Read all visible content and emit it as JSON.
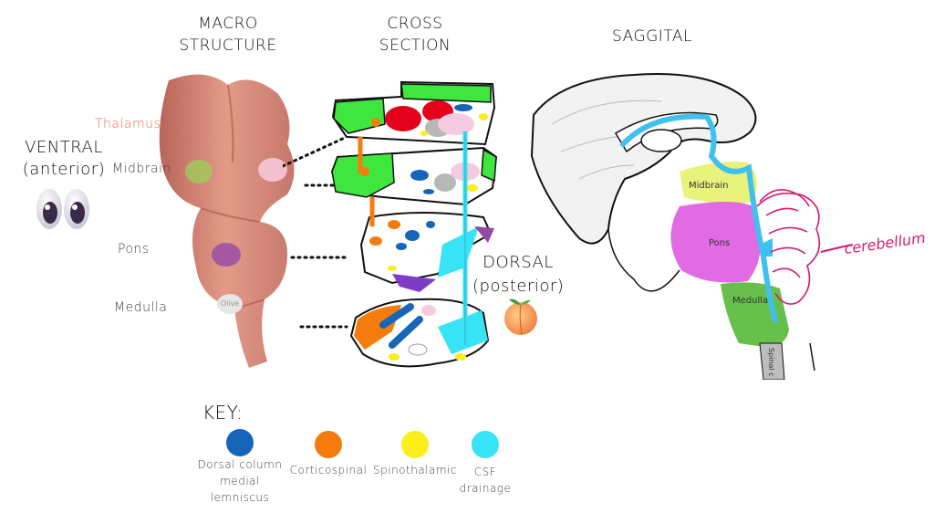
{
  "headings": {
    "macro": "MACRO\nSTRUCTURE",
    "cross": "CROSS\nSECTION",
    "saggital": "SAGGITAL"
  },
  "orientation": {
    "ventral": "VENTRAL\n(anterior)",
    "ventral_icon": "eyes-icon",
    "dorsal": "DORSAL\n(posterior)",
    "dorsal_icon": "peach-icon"
  },
  "macro_labels": {
    "thalamus": "Thalamus",
    "midbrain": "Midbrain",
    "pons": "Pons",
    "medulla": "Medulla",
    "olive": "Olive"
  },
  "saggital_labels": {
    "midbrain": "Midbrain",
    "pons": "Pons",
    "medulla": "Medulla",
    "spinal": "Spinal c",
    "cerebellum": "cerebellum"
  },
  "key": {
    "title": "KEY:",
    "items": [
      {
        "label": "Dorsal column\nmedial\nlemniscus",
        "color": "#1565b8"
      },
      {
        "label": "Corticospinal",
        "color": "#f57c0c"
      },
      {
        "label": "Spinothalamic",
        "color": "#fbee1b"
      },
      {
        "label": "CSF\ndrainage",
        "color": "#38e3f5"
      }
    ]
  },
  "colors": {
    "thalamus_label": "#e8734d",
    "green": "#3ee63e",
    "yellow_midbrain": "#e9f27a",
    "pons_magenta": "#e26be4",
    "medulla_green": "#67c04b",
    "cerebellum_pink": "#d81b6f",
    "csf_blue": "#3fc0ef"
  }
}
